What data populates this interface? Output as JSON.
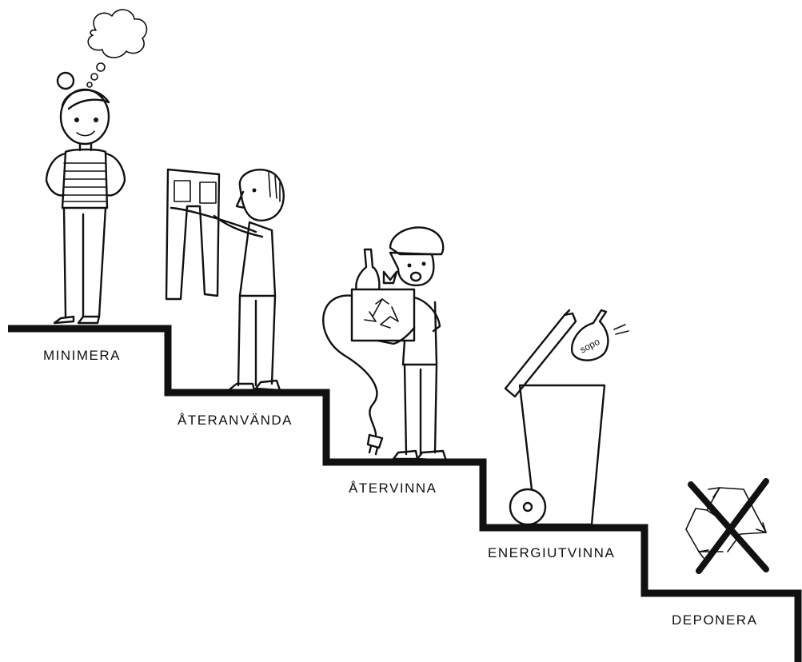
{
  "steps": [
    {
      "label": "MINIMERA"
    },
    {
      "label": "ÅTERANVÄNDA"
    },
    {
      "label": "ÅTERVINNA"
    },
    {
      "label": "ENERGIUTVINNA"
    },
    {
      "label": "DEPONERA"
    }
  ],
  "bag_text": "sopo",
  "colors": {
    "line": "#111111",
    "background": "#ffffff"
  }
}
